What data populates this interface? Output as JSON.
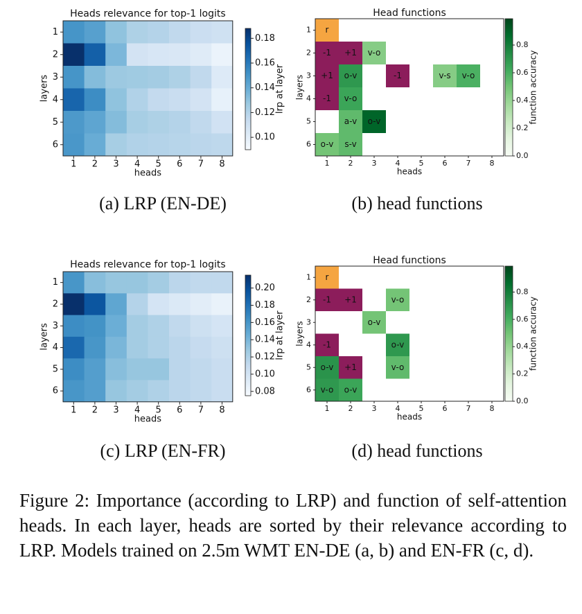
{
  "chart_data": [
    {
      "id": "a",
      "type": "heatmap",
      "title": "Heads relevance for top-1 logits",
      "xlabel": "heads",
      "ylabel": "layers",
      "x_ticks": [
        "1",
        "2",
        "3",
        "4",
        "5",
        "6",
        "7",
        "8"
      ],
      "y_ticks": [
        "1",
        "2",
        "3",
        "4",
        "5",
        "6"
      ],
      "colorbar_label": "lrp at layer",
      "colorbar_ticks": [
        "0.10",
        "0.12",
        "0.14",
        "0.16",
        "0.18"
      ],
      "vmin": 0.09,
      "vmax": 0.188,
      "values": [
        [
          0.15,
          0.145,
          0.13,
          0.122,
          0.12,
          0.116,
          0.112,
          0.11
        ],
        [
          0.188,
          0.17,
          0.135,
          0.108,
          0.106,
          0.105,
          0.102,
          0.096
        ],
        [
          0.15,
          0.133,
          0.127,
          0.126,
          0.125,
          0.122,
          0.116,
          0.103
        ],
        [
          0.168,
          0.153,
          0.13,
          0.121,
          0.115,
          0.113,
          0.108,
          0.098
        ],
        [
          0.148,
          0.143,
          0.133,
          0.124,
          0.122,
          0.12,
          0.116,
          0.109
        ],
        [
          0.149,
          0.14,
          0.124,
          0.121,
          0.12,
          0.119,
          0.118,
          0.117
        ]
      ]
    },
    {
      "id": "b",
      "type": "heatmap",
      "title": "Head functions",
      "xlabel": "heads",
      "ylabel": "layers",
      "x_ticks": [
        "1",
        "2",
        "3",
        "4",
        "5",
        "6",
        "7",
        "8"
      ],
      "y_ticks": [
        "1",
        "2",
        "3",
        "4",
        "5",
        "6"
      ],
      "colorbar_label": "function accuracy",
      "colorbar_ticks": [
        "0.0",
        "0.2",
        "0.4",
        "0.6",
        "0.8"
      ],
      "cells": [
        {
          "layer": 1,
          "head": 1,
          "label": "r",
          "kind": "rare"
        },
        {
          "layer": 2,
          "head": 1,
          "label": "-1",
          "kind": "positional"
        },
        {
          "layer": 2,
          "head": 2,
          "label": "+1",
          "kind": "positional"
        },
        {
          "layer": 2,
          "head": 3,
          "label": "v-o",
          "kind": "syntactic",
          "accuracy": 0.45
        },
        {
          "layer": 3,
          "head": 1,
          "label": "+1",
          "kind": "positional"
        },
        {
          "layer": 3,
          "head": 2,
          "label": "o-v",
          "kind": "syntactic",
          "accuracy": 0.7
        },
        {
          "layer": 3,
          "head": 4,
          "label": "-1",
          "kind": "positional"
        },
        {
          "layer": 3,
          "head": 6,
          "label": "v-s",
          "kind": "syntactic",
          "accuracy": 0.45
        },
        {
          "layer": 3,
          "head": 7,
          "label": "v-o",
          "kind": "syntactic",
          "accuracy": 0.6
        },
        {
          "layer": 4,
          "head": 1,
          "label": "-1",
          "kind": "positional"
        },
        {
          "layer": 4,
          "head": 2,
          "label": "v-o",
          "kind": "syntactic",
          "accuracy": 0.65
        },
        {
          "layer": 5,
          "head": 2,
          "label": "a-v",
          "kind": "syntactic",
          "accuracy": 0.55
        },
        {
          "layer": 5,
          "head": 3,
          "label": "o-v",
          "kind": "syntactic",
          "accuracy": 0.9
        },
        {
          "layer": 6,
          "head": 1,
          "label": "o-v",
          "kind": "syntactic",
          "accuracy": 0.5
        },
        {
          "layer": 6,
          "head": 2,
          "label": "s-v",
          "kind": "syntactic",
          "accuracy": 0.55
        }
      ]
    },
    {
      "id": "c",
      "type": "heatmap",
      "title": "Heads relevance for top-1 logits",
      "xlabel": "heads",
      "ylabel": "layers",
      "x_ticks": [
        "1",
        "2",
        "3",
        "4",
        "5",
        "6",
        "7",
        "8"
      ],
      "y_ticks": [
        "1",
        "2",
        "3",
        "4",
        "5",
        "6"
      ],
      "colorbar_label": "lrp at layer",
      "colorbar_ticks": [
        "0.08",
        "0.10",
        "0.12",
        "0.14",
        "0.16",
        "0.18",
        "0.20"
      ],
      "vmin": 0.075,
      "vmax": 0.215,
      "values": [
        [
          0.16,
          0.135,
          0.13,
          0.13,
          0.125,
          0.115,
          0.112,
          0.112
        ],
        [
          0.215,
          0.195,
          0.15,
          0.118,
          0.1,
          0.095,
          0.09,
          0.085
        ],
        [
          0.165,
          0.162,
          0.145,
          0.125,
          0.12,
          0.112,
          0.105,
          0.1
        ],
        [
          0.185,
          0.16,
          0.14,
          0.125,
          0.12,
          0.115,
          0.11,
          0.105
        ],
        [
          0.165,
          0.155,
          0.135,
          0.13,
          0.13,
          0.115,
          0.112,
          0.108
        ],
        [
          0.16,
          0.155,
          0.13,
          0.125,
          0.12,
          0.115,
          0.112,
          0.108
        ]
      ]
    },
    {
      "id": "d",
      "type": "heatmap",
      "title": "Head functions",
      "xlabel": "heads",
      "ylabel": "layers",
      "x_ticks": [
        "1",
        "2",
        "3",
        "4",
        "5",
        "6",
        "7",
        "8"
      ],
      "y_ticks": [
        "1",
        "2",
        "3",
        "4",
        "5",
        "6"
      ],
      "colorbar_label": "function accuracy",
      "colorbar_ticks": [
        "0.0",
        "0.2",
        "0.4",
        "0.6",
        "0.8"
      ],
      "cells": [
        {
          "layer": 1,
          "head": 1,
          "label": "r",
          "kind": "rare"
        },
        {
          "layer": 2,
          "head": 1,
          "label": "-1",
          "kind": "positional"
        },
        {
          "layer": 2,
          "head": 2,
          "label": "+1",
          "kind": "positional"
        },
        {
          "layer": 2,
          "head": 4,
          "label": "v-o",
          "kind": "syntactic",
          "accuracy": 0.5
        },
        {
          "layer": 3,
          "head": 3,
          "label": "o-v",
          "kind": "syntactic",
          "accuracy": 0.5
        },
        {
          "layer": 4,
          "head": 1,
          "label": "-1",
          "kind": "positional"
        },
        {
          "layer": 4,
          "head": 4,
          "label": "o-v",
          "kind": "syntactic",
          "accuracy": 0.7
        },
        {
          "layer": 5,
          "head": 1,
          "label": "o-v",
          "kind": "syntactic",
          "accuracy": 0.72
        },
        {
          "layer": 5,
          "head": 2,
          "label": "+1",
          "kind": "positional"
        },
        {
          "layer": 5,
          "head": 4,
          "label": "v-o",
          "kind": "syntactic",
          "accuracy": 0.55
        },
        {
          "layer": 6,
          "head": 1,
          "label": "v-o",
          "kind": "syntactic",
          "accuracy": 0.7
        },
        {
          "layer": 6,
          "head": 2,
          "label": "o-v",
          "kind": "syntactic",
          "accuracy": 0.65
        }
      ]
    }
  ],
  "colors": {
    "rare": "#f5a541",
    "positional": "#8c1d5b",
    "blues": [
      "#f7fbff",
      "#deebf7",
      "#c6dbef",
      "#9ecae1",
      "#6baed6",
      "#4292c6",
      "#2171b5",
      "#08519c",
      "#08306b"
    ],
    "greens": [
      "#f7fcf5",
      "#e5f5e0",
      "#c7e9c0",
      "#a1d99b",
      "#74c476",
      "#41ab5d",
      "#238b45",
      "#006d2c",
      "#00441b"
    ]
  },
  "captions": {
    "a": "(a) LRP (EN-DE)",
    "b": "(b) head functions",
    "c": "(c) LRP (EN-FR)",
    "d": "(d) head functions",
    "figure": "Figure 2: Importance (according to LRP) and function of self-attention heads. In each layer, heads are sorted by their relevance according to LRP. Models trained on 2.5m WMT EN-DE (a, b) and EN-FR (c, d)."
  }
}
